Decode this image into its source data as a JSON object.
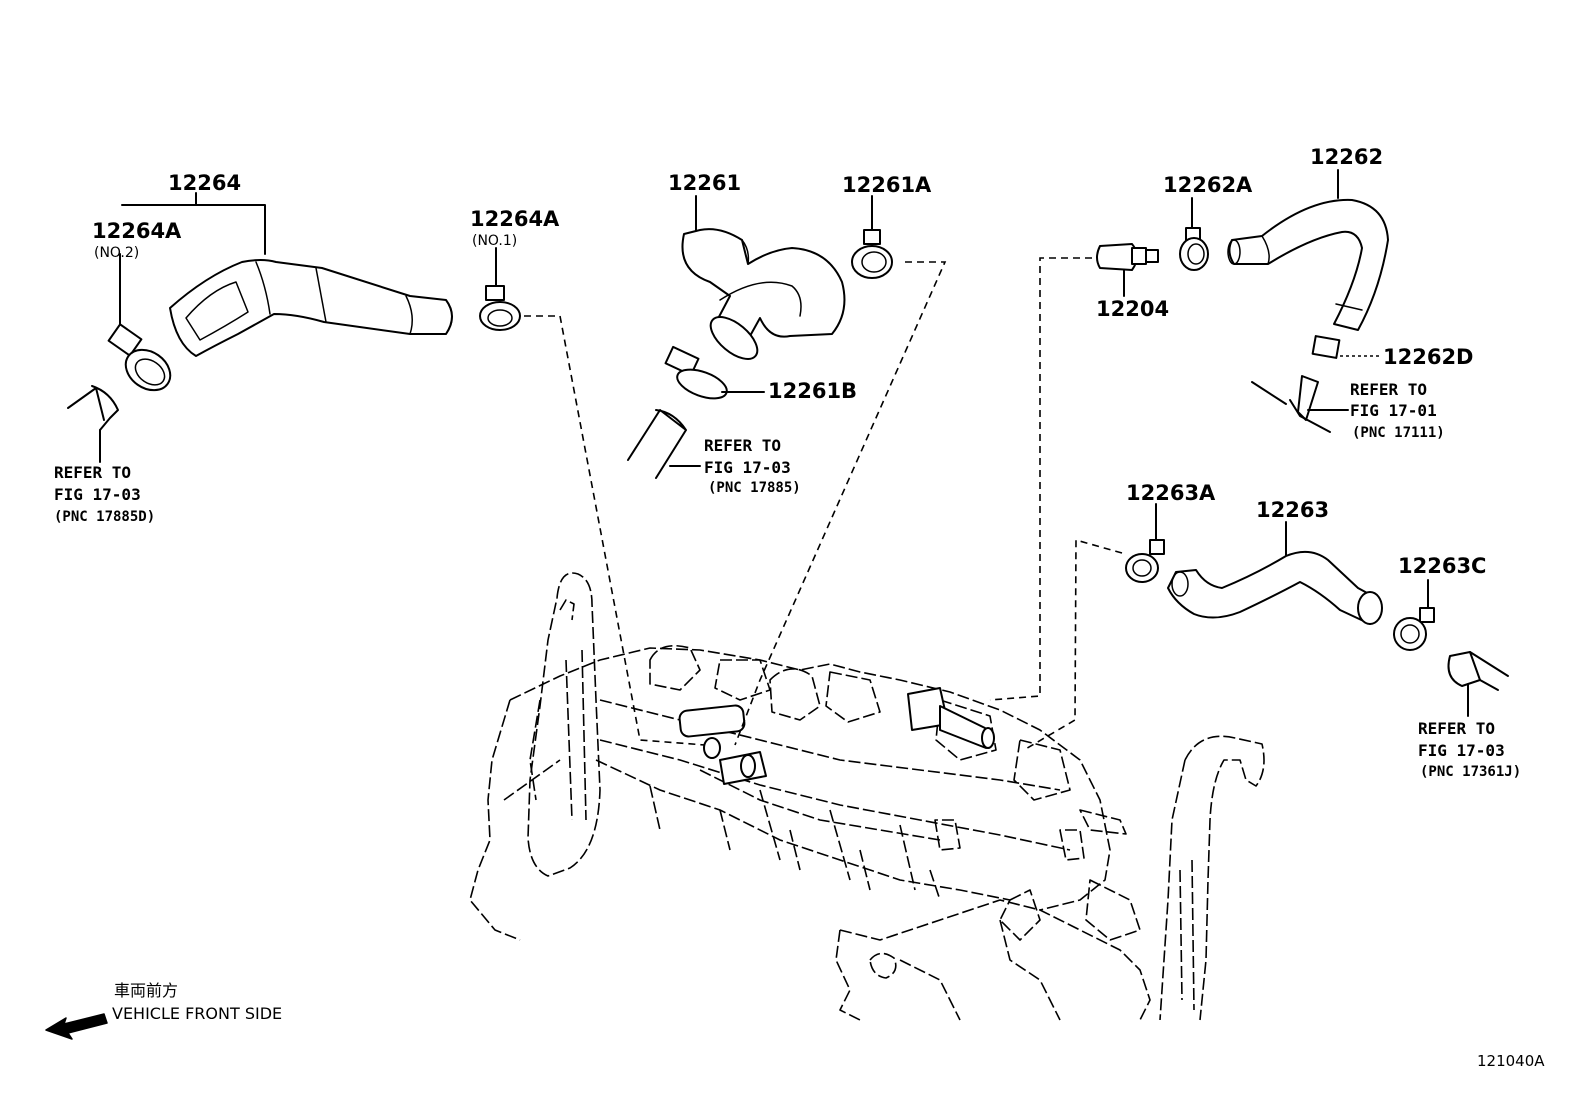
{
  "diagram": {
    "parts": {
      "p12264": "12264",
      "p12264A_no2": "12264A",
      "p12264A_no2_sub": "(NO.2)",
      "p12264A_no1": "12264A",
      "p12264A_no1_sub": "(NO.1)",
      "p12261": "12261",
      "p12261A": "12261A",
      "p12261B": "12261B",
      "p12204": "12204",
      "p12262A": "12262A",
      "p12262": "12262",
      "p12262D": "12262D",
      "p12263A": "12263A",
      "p12263": "12263",
      "p12263C": "12263C"
    },
    "refs": [
      {
        "line1": "REFER TO",
        "line2": "FIG 17-03",
        "line3": "(PNC 17885D)"
      },
      {
        "line1": "REFER TO",
        "line2": "FIG 17-03",
        "line3": "(PNC 17885)"
      },
      {
        "line1": "REFER TO",
        "line2": "FIG 17-01",
        "line3": "(PNC 17111)"
      },
      {
        "line1": "REFER TO",
        "line2": "FIG 17-03",
        "line3": "(PNC 17361J)"
      }
    ],
    "front_label_jp": "車両前方",
    "front_label_en": "VEHICLE FRONT SIDE",
    "figure_code": "121040A",
    "icons": {
      "direction": "left-arrow-icon"
    }
  }
}
